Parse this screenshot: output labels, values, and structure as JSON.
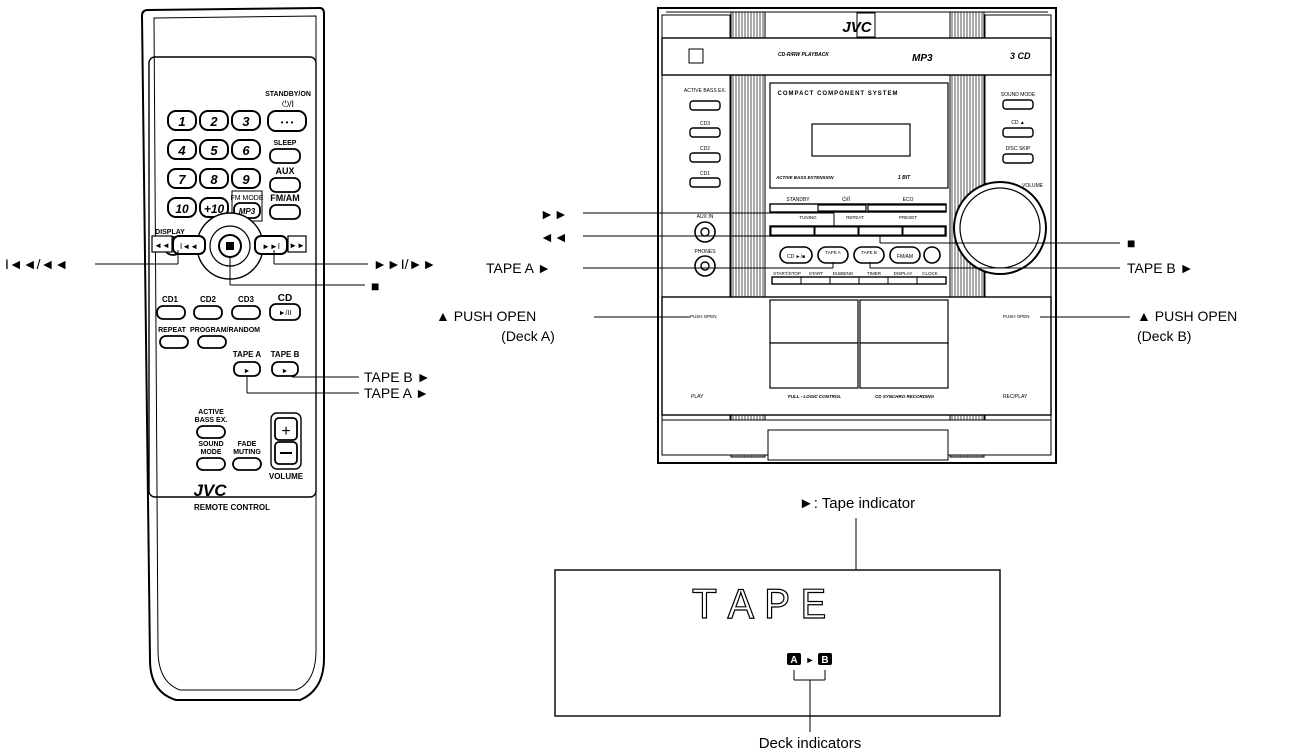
{
  "remote": {
    "standby_label": "STANDBY/ON",
    "standby_symbol": "⏻/I",
    "num_buttons": [
      "1",
      "2",
      "3",
      "4",
      "5",
      "6",
      "7",
      "8",
      "9",
      "10",
      "+10"
    ],
    "sleep_label": "SLEEP",
    "aux_label": "AUX",
    "fm_mode_label": "FM MODE",
    "mp3_label": "MP3",
    "fmam_label": "FM/AM",
    "display_label": "DISPLAY",
    "cd1_label": "CD1",
    "cd2_label": "CD2",
    "cd3_label": "CD3",
    "cd_label": "CD",
    "cd_play_symbol": "►/II",
    "repeat_label": "REPEAT",
    "program_random_label": "PROGRAM/RANDOM",
    "tape_a_label": "TAPE A",
    "tape_b_label": "TAPE B",
    "active_bass_label_1": "ACTIVE",
    "active_bass_label_2": "BASS EX.",
    "sound_mode_label_1": "SOUND",
    "sound_mode_label_2": "MODE",
    "fade_muting_label_1": "FADE",
    "fade_muting_label_2": "MUTING",
    "volume_label": "VOLUME",
    "brand": "JVC",
    "subtitle": "REMOTE CONTROL"
  },
  "unit": {
    "brand": "JVC",
    "header_cd_rw": "CD-R/RW PLAYBACK",
    "header_mp3": "MP3",
    "header_3cd": "3 CD",
    "title": "COMPACT COMPONENT SYSTEM",
    "left_buttons": [
      "ACTIVE BASS EX.",
      "CD3",
      "CD2",
      "CD1"
    ],
    "right_buttons": [
      "SOUND MODE",
      "CD ▲",
      "DISC SKIP"
    ],
    "active_bass_ext": "ACTIVE BASS EXTENSION",
    "one_bit": "1 BIT",
    "standby": "STANDBY",
    "power_symbol": "⏻/I",
    "eco": "ECO",
    "tuning": "TUNING",
    "repeat": "REPEAT",
    "preset": "PRESET",
    "aux_in": "AUX IN",
    "phones": "PHONES",
    "cd_btn": "CD ►/■",
    "tape_a_btn": "TAPE A",
    "tape_b_btn": "TAPE B",
    "fmam_btn": "FM/AM",
    "row_labels": [
      "START/STOP",
      "START",
      "DUBBING",
      "TIMER",
      "DISPLAY",
      "CLOCK"
    ],
    "volume": "VOLUME",
    "push_open_a": "PUSH OPEN",
    "push_open_b": "PUSH OPEN",
    "a_play": "PLAY",
    "full_logic": "FULL - LOGIC CONTROL",
    "cd_synchro": "CD SYNCHRO RECORDING",
    "rec_play": "REC/PLAY"
  },
  "callouts": {
    "remote_skip": "I◄◄/◄◄",
    "remote_skip_fwd": "►►I/►►",
    "remote_stop": "■",
    "remote_tape_b": "TAPE B ►",
    "remote_tape_a": "TAPE A ►",
    "unit_ff": "►►",
    "unit_rew": "◄◄",
    "unit_tape_a": "TAPE A ►",
    "unit_push_open_a_1": "▲ PUSH OPEN",
    "unit_push_open_a_2": "(Deck A)",
    "unit_stop": "■",
    "unit_tape_b": "TAPE B ►",
    "unit_push_open_b_1": "▲ PUSH OPEN",
    "unit_push_open_b_2": "(Deck B)"
  },
  "display": {
    "text": "TAPE",
    "tape_indicator": "►: Tape indicator",
    "deck_a": "A",
    "deck_b": "B",
    "deck_indicators": "Deck indicators"
  }
}
